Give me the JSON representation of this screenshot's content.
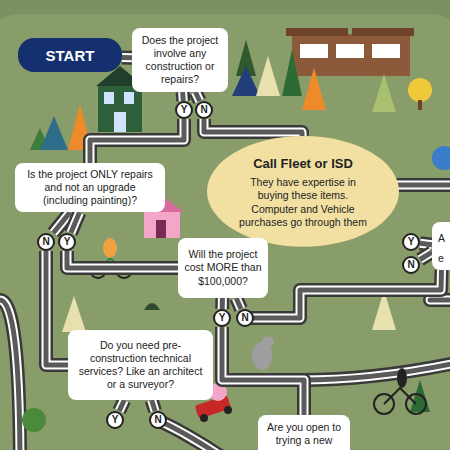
{
  "diagram": {
    "nodes": [
      {
        "text": [
          "START"
        ]
      },
      {
        "text": [
          "Does the project involve any construction or repairs?"
        ]
      },
      {
        "text": [
          "Y"
        ]
      },
      {
        "text": [
          "N"
        ]
      },
      {
        "text": [
          "Is the project ONLY repairs and not an upgrade (including painting)?"
        ]
      },
      {
        "text": [
          "Call Fleet or ISD",
          "They have expertise in buying these items. Computer and Vehicle purchases go through them"
        ]
      },
      {
        "text": [
          "N"
        ]
      },
      {
        "text": [
          "Y"
        ]
      },
      {
        "text": [
          "Will the project cost MORE than $100,000?"
        ]
      },
      {
        "text": [
          "A e"
        ]
      },
      {
        "text": [
          "Y"
        ]
      },
      {
        "text": [
          "N"
        ]
      },
      {
        "text": [
          "Y"
        ]
      },
      {
        "text": [
          "N"
        ]
      },
      {
        "text": [
          "Do you need pre-construction technical services? Like an architect or a surveyor?"
        ]
      },
      {
        "text": [
          "Y"
        ]
      },
      {
        "text": [
          "N"
        ]
      },
      {
        "text": [
          "Are you open to trying a new"
        ]
      }
    ],
    "edges": [
      {
        "from": 0,
        "to": 1,
        "arrow": "none"
      },
      {
        "from": 1,
        "to": 2,
        "arrow": "none"
      },
      {
        "from": 1,
        "to": 3,
        "arrow": "none"
      },
      {
        "from": 2,
        "to": 4,
        "arrow": "none"
      },
      {
        "from": 3,
        "to": 5,
        "arrow": "none"
      },
      {
        "from": 4,
        "to": 6,
        "arrow": "none"
      },
      {
        "from": 4,
        "to": 7,
        "arrow": "none"
      },
      {
        "from": 7,
        "to": 8,
        "arrow": "none"
      },
      {
        "from": 6,
        "to": 14,
        "arrow": "none"
      },
      {
        "from": 8,
        "to": 12,
        "arrow": "none"
      },
      {
        "from": 8,
        "to": 13,
        "arrow": "none"
      },
      {
        "from": 13,
        "to": 9,
        "arrow": "none"
      },
      {
        "from": 9,
        "to": 10,
        "arrow": "none"
      },
      {
        "from": 9,
        "to": 11,
        "arrow": "none"
      },
      {
        "from": 12,
        "to": 17,
        "arrow": "none"
      },
      {
        "from": 14,
        "to": 15,
        "arrow": "none"
      },
      {
        "from": 14,
        "to": 16,
        "arrow": "none"
      }
    ]
  }
}
